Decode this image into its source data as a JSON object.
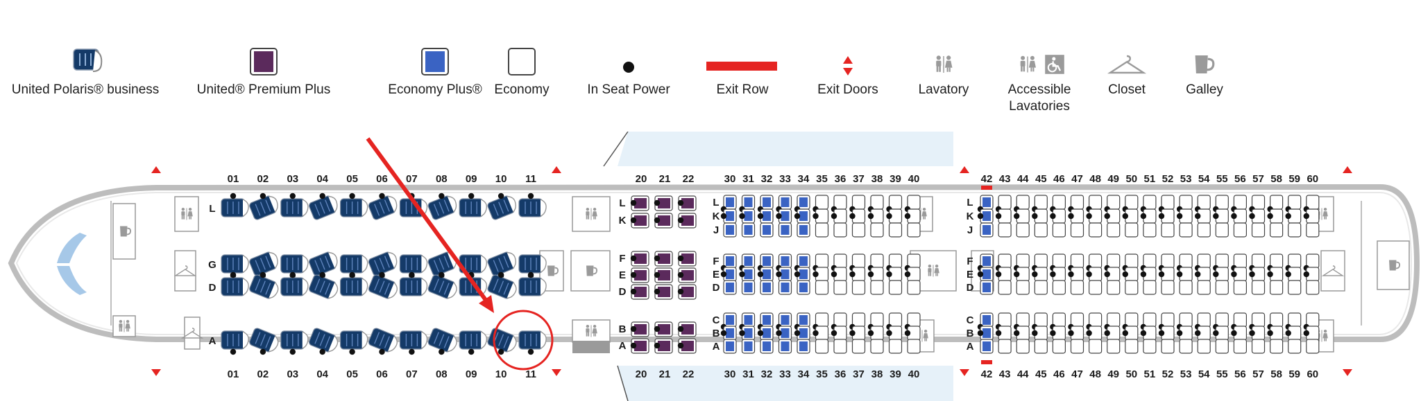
{
  "legend": [
    {
      "key": "polaris",
      "label": "United Polaris® business",
      "icon": "polaris-seat-icon"
    },
    {
      "key": "premium",
      "label": "United® Premium Plus",
      "icon": "premium-plus-seat-icon"
    },
    {
      "key": "eplus",
      "label": "Economy Plus®",
      "icon": "economy-plus-seat-icon"
    },
    {
      "key": "economy",
      "label": "Economy",
      "icon": "economy-seat-icon"
    },
    {
      "key": "power",
      "label": "In Seat Power",
      "icon": "power-dot-icon"
    },
    {
      "key": "exitrow",
      "label": "Exit Row",
      "icon": "exit-row-icon"
    },
    {
      "key": "exitdoors",
      "label": "Exit Doors",
      "icon": "exit-doors-icon"
    },
    {
      "key": "lav",
      "label": "Lavatory",
      "icon": "lavatory-icon"
    },
    {
      "key": "acclav",
      "label": "Accessible Lavatories",
      "icon": "accessible-lavatory-icon"
    },
    {
      "key": "closet",
      "label": "Closet",
      "icon": "closet-icon"
    },
    {
      "key": "galley",
      "label": "Galley",
      "icon": "galley-icon"
    }
  ],
  "colors": {
    "polaris": "#143a68",
    "premium": "#5b2a5c",
    "eplus": "#3a63c3",
    "economy": "#ffffff",
    "exit": "#e52421",
    "fixture": "#9a9a9a",
    "annotation": "#e52421"
  },
  "cabin": {
    "polaris": {
      "rows": [
        "01",
        "02",
        "03",
        "04",
        "05",
        "06",
        "07",
        "08",
        "09",
        "10",
        "11"
      ],
      "letters": [
        "L",
        "G",
        "D",
        "A"
      ]
    },
    "premium": {
      "rows": [
        "20",
        "21",
        "22"
      ],
      "letters": [
        "L",
        "K",
        "F",
        "E",
        "D",
        "B",
        "A"
      ]
    },
    "economy_mid": {
      "rows": [
        "30",
        "31",
        "32",
        "33",
        "34",
        "35",
        "36",
        "37",
        "38",
        "39",
        "40"
      ],
      "letters": [
        "L",
        "K",
        "J",
        "F",
        "E",
        "D",
        "C",
        "B",
        "A"
      ],
      "plus_rows": [
        "30",
        "31",
        "32",
        "33",
        "34"
      ]
    },
    "economy_aft": {
      "rows": [
        "42",
        "43",
        "44",
        "45",
        "46",
        "47",
        "48",
        "49",
        "50",
        "51",
        "52",
        "53",
        "54",
        "55",
        "56",
        "57",
        "58",
        "59",
        "60"
      ],
      "letters": [
        "L",
        "K",
        "J",
        "F",
        "E",
        "D",
        "C",
        "B",
        "A"
      ],
      "plus_rows": [
        "42"
      ]
    }
  }
}
